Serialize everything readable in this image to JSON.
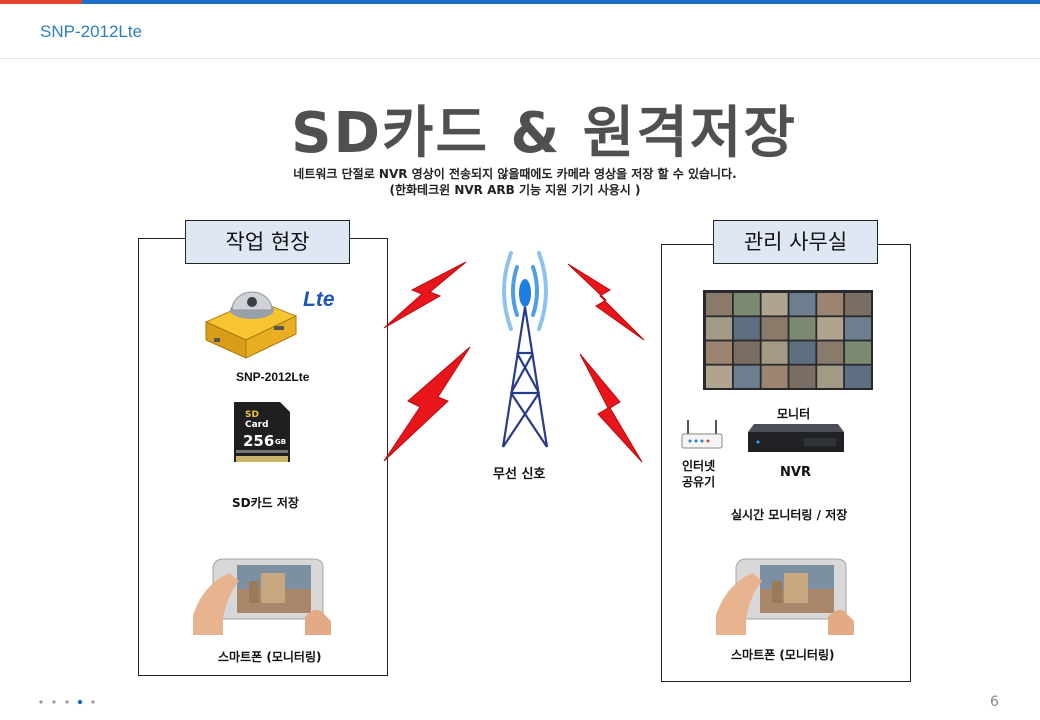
{
  "header": {
    "title": "SNP-2012Lte",
    "page_number": "6"
  },
  "main": {
    "title": "SD카드 & 원격저장",
    "subtitle_line1": "네트워크 단절로 NVR 영상이 전송되지 않을때에도 카메라 영상을 저장 할 수 있습니다.",
    "subtitle_line2": "(한화테크윈 NVR ARB 기능 지원 기기 사용시 )"
  },
  "left_panel": {
    "label": "작업 현장",
    "camera_caption": "SNP-2012Lte",
    "lte_logo": "Lte",
    "sd_caption": "SD카드 저장",
    "sd_card_text1": "SD",
    "sd_card_text2": "Card",
    "sd_card_capacity": "256",
    "sd_card_unit": "GB",
    "phone_caption": "스마트폰 (모니터링)"
  },
  "center": {
    "tower_caption": "무선 신호"
  },
  "right_panel": {
    "label": "관리 사무실",
    "monitor_caption": "모니터",
    "router_caption_line1": "인터넷",
    "router_caption_line2": "공유기",
    "nvr_caption": "NVR",
    "realtime_caption": "실시간 모니터링 / 저장",
    "phone_caption": "스마트폰 (모니터링)"
  },
  "icons": {
    "camera": "dome-camera-icon",
    "sd": "sd-card-icon",
    "phone": "smartphone-icon",
    "tower": "antenna-tower-icon",
    "lightning": "lightning-icon",
    "monitor": "monitor-wall-icon",
    "router": "router-icon",
    "nvr": "nvr-icon"
  },
  "colors": {
    "accent": "#1b6fc9",
    "top_red": "#e0452d",
    "lightning": "#e8151b",
    "label_bg": "#dfe7f5",
    "camera_body": "#f2b51c"
  },
  "pagination": {
    "dots": 5,
    "active_dot": 4
  }
}
